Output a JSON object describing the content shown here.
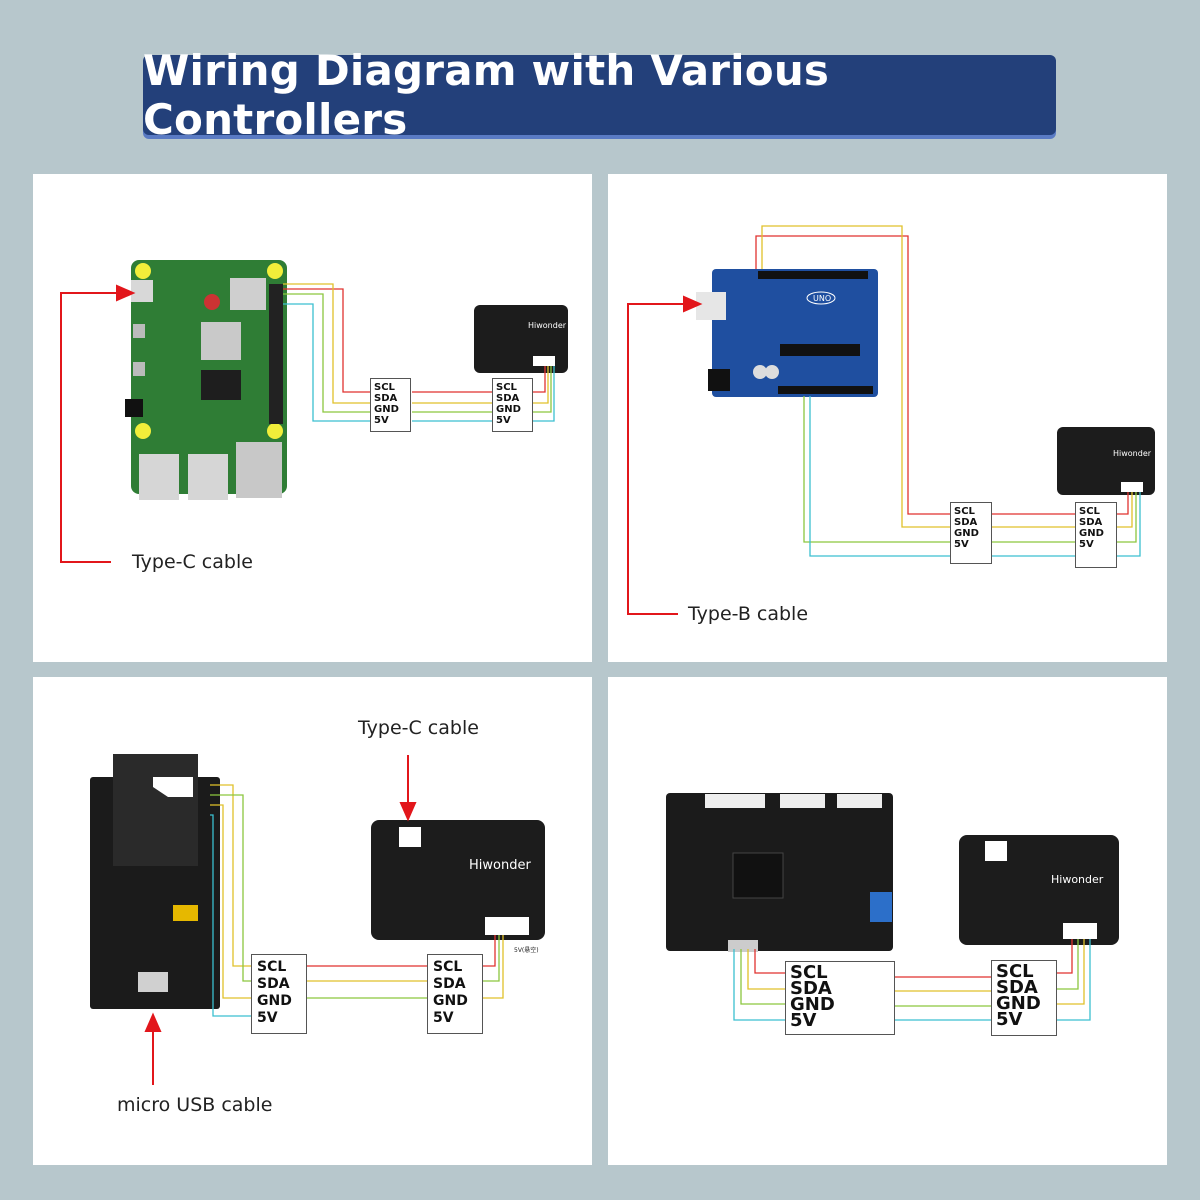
{
  "title": "Wiring Diagram with Various Controllers",
  "colors": {
    "scl": "#e0322f",
    "sda": "#e0c12a",
    "gnd": "#8cc63f",
    "v5": "#3bbfd0",
    "arrow": "#e2161b",
    "title_bg": "#23407a"
  },
  "panels": [
    {
      "cable": "Type-C cable",
      "controller": {
        "pins": [
          "SCL",
          "SDA",
          "GND",
          "5V"
        ]
      },
      "module": {
        "brand": "Hiwonder",
        "pins": [
          "SCL",
          "SDA",
          "GND",
          "5V"
        ]
      }
    },
    {
      "cable": "Type-B cable",
      "controller": {
        "pins": [
          "SCL",
          "SDA",
          "GND",
          "5V"
        ]
      },
      "module": {
        "brand": "Hiwonder",
        "pins": [
          "SCL",
          "SDA",
          "GND",
          "5V"
        ]
      },
      "board_label": "UNO"
    },
    {
      "cable": "micro USB cable",
      "module_cable": "Type-C cable",
      "controller": {
        "pins": [
          "SCL",
          "SDA",
          "GND",
          "5V"
        ]
      },
      "module": {
        "brand": "Hiwonder",
        "pins": [
          "SCL",
          "SDA",
          "GND",
          "5V"
        ]
      },
      "note": "5V(悬空)"
    },
    {
      "controller": {
        "pins": [
          "SCL",
          "SDA",
          "GND",
          "5V"
        ]
      },
      "module": {
        "brand": "Hiwonder",
        "pins": [
          "SCL",
          "SDA",
          "GND",
          "5V"
        ]
      }
    }
  ]
}
